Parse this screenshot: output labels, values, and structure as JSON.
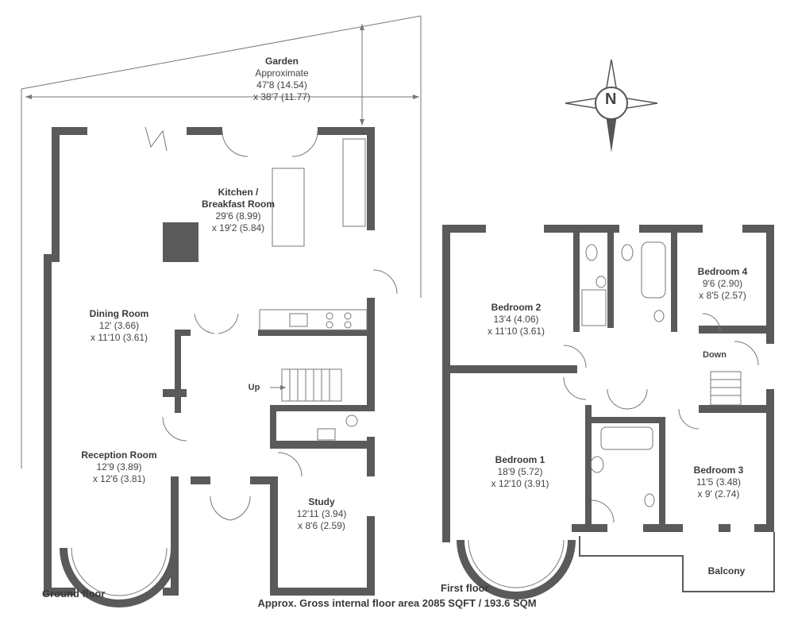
{
  "rooms": {
    "garden": {
      "name": "Garden",
      "sub": "Approximate",
      "dim1": "47'8 (14.54)",
      "dim2": "x 38'7 (11.77)"
    },
    "kitchen": {
      "name": "Kitchen /",
      "name2": "Breakfast Room",
      "dim1": "29'6 (8.99)",
      "dim2": "x 19'2 (5.84)"
    },
    "dining": {
      "name": "Dining Room",
      "dim1": "12' (3.66)",
      "dim2": "x 11'10 (3.61)"
    },
    "reception": {
      "name": "Reception Room",
      "dim1": "12'9 (3.89)",
      "dim2": "x 12'6 (3.81)"
    },
    "study": {
      "name": "Study",
      "dim1": "12'11 (3.94)",
      "dim2": "x 8'6 (2.59)"
    },
    "bedroom2": {
      "name": "Bedroom 2",
      "dim1": "13'4 (4.06)",
      "dim2": "x 11'10 (3.61)"
    },
    "bedroom4": {
      "name": "Bedroom 4",
      "dim1": "9'6 (2.90)",
      "dim2": "x 8'5 (2.57)"
    },
    "bedroom1": {
      "name": "Bedroom 1",
      "dim1": "18'9 (5.72)",
      "dim2": "x 12'10 (3.91)"
    },
    "bedroom3": {
      "name": "Bedroom 3",
      "dim1": "11'5 (3.48)",
      "dim2": "x 9' (2.74)"
    },
    "balcony": {
      "name": "Balcony"
    }
  },
  "stairs": {
    "up": "Up",
    "down": "Down"
  },
  "floors": {
    "ground": "Ground floor",
    "first": "First floor"
  },
  "compass": {
    "letter": "N"
  },
  "footer": "Approx. Gross internal floor area 2085 SQFT / 193.6 SQM"
}
